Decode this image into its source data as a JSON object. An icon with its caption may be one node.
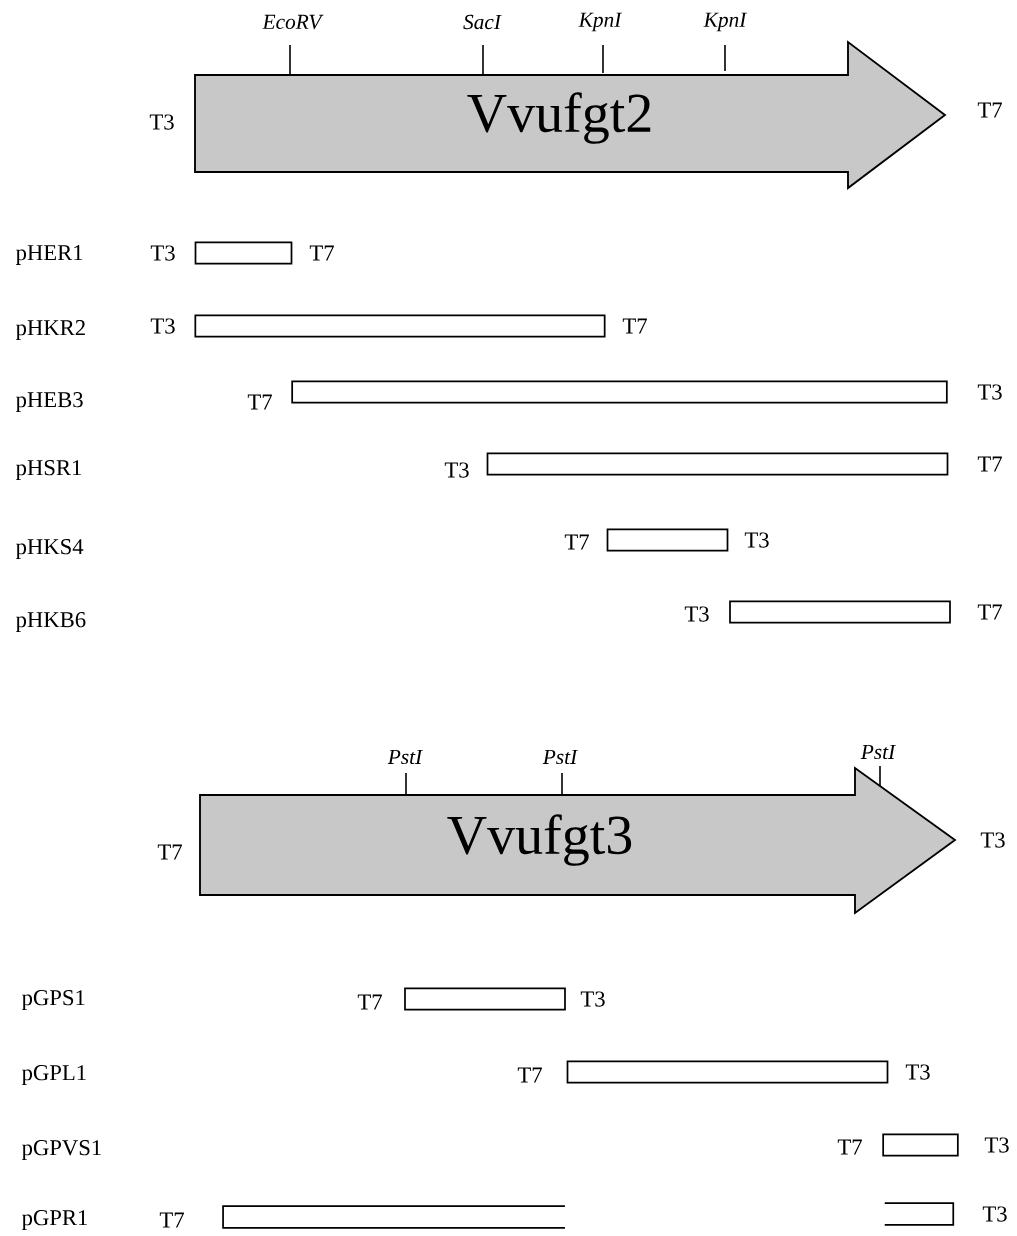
{
  "diagram": {
    "nodes": [
      {
        "text": [
          "Vvufgt2"
        ],
        "beside": [
          "T3",
          "T7",
          "EcoRV",
          "SacI",
          "KpnI",
          "KpnI"
        ]
      },
      {
        "text": [],
        "shape": "bar",
        "beside": [
          "T3",
          "T7"
        ]
      },
      {
        "text": [],
        "shape": "bar",
        "beside": [
          "T3",
          "T7"
        ]
      },
      {
        "text": [],
        "shape": "bar",
        "beside": [
          "T7",
          "T3"
        ]
      },
      {
        "text": [],
        "shape": "bar",
        "beside": [
          "T3",
          "T7"
        ]
      },
      {
        "text": [],
        "shape": "bar",
        "beside": [
          "T7",
          "T3"
        ]
      },
      {
        "text": [],
        "shape": "bar",
        "beside": [
          "T3",
          "T7"
        ]
      },
      {
        "text": [
          "Vvufgt3"
        ],
        "beside": [
          "T7",
          "T3",
          "PstI",
          "PstI",
          "PstI"
        ]
      },
      {
        "text": [],
        "shape": "bar",
        "beside": [
          "T7",
          "T3"
        ]
      },
      {
        "text": [],
        "shape": "bar",
        "beside": [
          "T7",
          "T3"
        ]
      },
      {
        "text": [],
        "shape": "bar",
        "beside": [
          "T7",
          "T3"
        ]
      },
      {
        "text": [],
        "shape": "bar",
        "beside": [
          "T7"
        ]
      },
      {
        "text": [],
        "shape": "bar",
        "beside": [
          "T3"
        ]
      }
    ],
    "edges": [],
    "labels": [
      "pHER1",
      "pHKR2",
      "pHEB3",
      "pHSR1",
      "pHKS4",
      "pHKB6",
      "pGPS1",
      "pGPL1",
      "pGPVS1",
      "pGPR1"
    ]
  }
}
